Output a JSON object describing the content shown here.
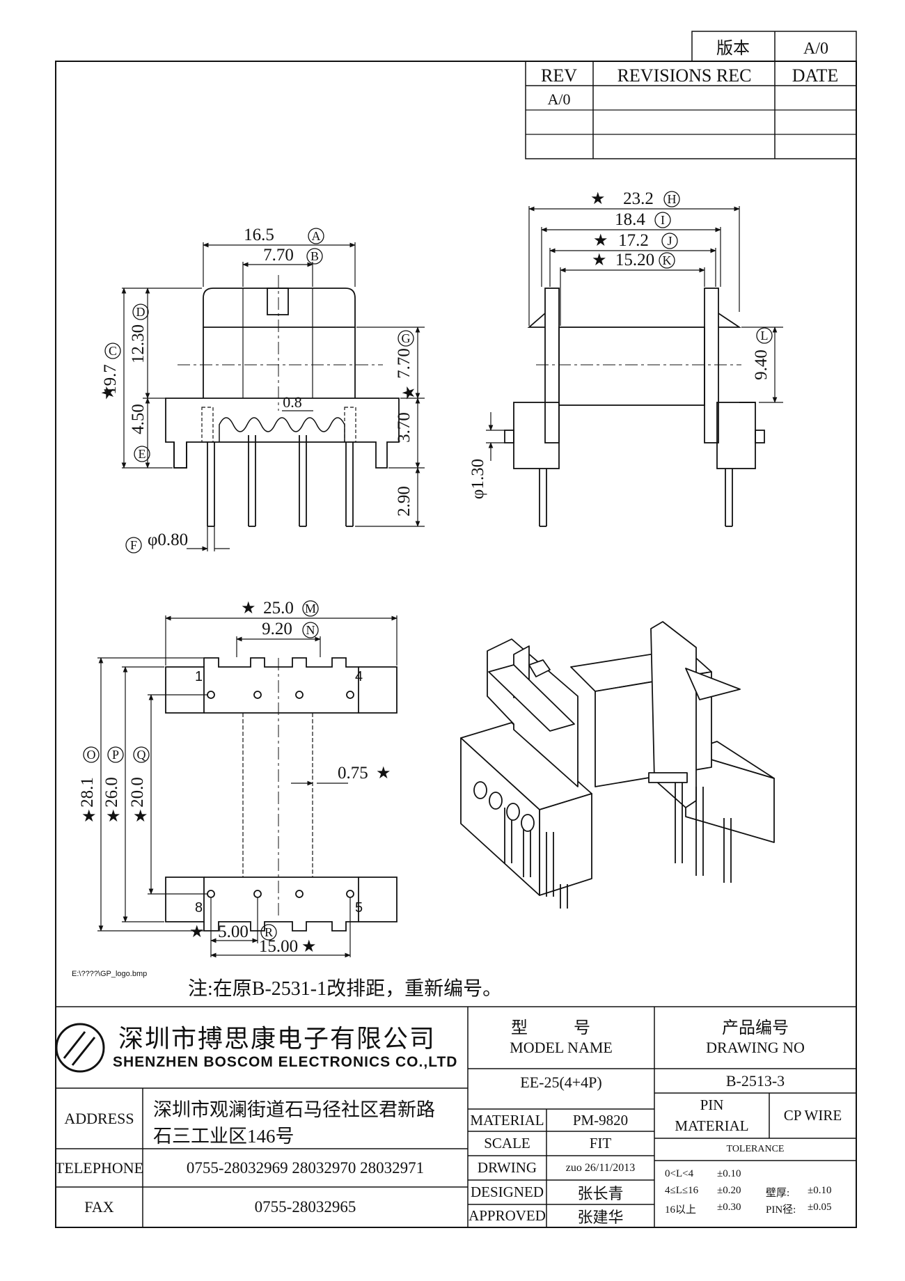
{
  "version_box": {
    "label": "版本",
    "value": "A/0"
  },
  "revisions": {
    "headers": [
      "REV",
      "REVISIONS REC",
      "DATE"
    ],
    "rows": [
      [
        "A/0",
        "",
        ""
      ],
      [
        "",
        "",
        ""
      ],
      [
        "",
        "",
        ""
      ]
    ]
  },
  "dimensions": {
    "front": {
      "A": "16.5",
      "B": "7.70",
      "C": "19.7",
      "D": "12.30",
      "E": "4.50",
      "G": "7.70",
      "pitch": "0.8",
      "h370": "3.70",
      "h290": "2.90",
      "F_pin": "φ0.80",
      "labels": {
        "A": "A",
        "B": "B",
        "C": "C",
        "D": "D",
        "E": "E",
        "F": "F",
        "G": "G"
      }
    },
    "side": {
      "H": "23.2",
      "I": "18.4",
      "J": "17.2",
      "K": "15.20",
      "L": "9.40",
      "pin_dia": "φ1.30",
      "labels": {
        "H": "H",
        "I": "I",
        "J": "J",
        "K": "K",
        "L": "L"
      }
    },
    "bottom": {
      "M": "25.0",
      "N": "9.20",
      "O": "28.1",
      "P": "26.0",
      "Q": "20.0",
      "gap": "0.75",
      "R": "5.00",
      "span": "15.00",
      "labels": {
        "M": "M",
        "N": "N",
        "O": "O",
        "P": "P",
        "Q": "Q",
        "R": "R"
      },
      "pins": [
        "1",
        "4",
        "8",
        "5"
      ]
    }
  },
  "logo_path_text": "E:\\????\\GP_logo.bmp",
  "note": "注:在原B-2531-1改排距，重新编号。",
  "company": {
    "name_cn": "深圳市搏思康电子有限公司",
    "name_en": "SHENZHEN BOSCOM ELECTRONICS CO.,LTD"
  },
  "model": {
    "label_cn": "型 号",
    "label_en": "MODEL NAME",
    "value": "EE-25(4+4P)"
  },
  "drawing": {
    "label_cn": "产品编号",
    "label_en": "DRAWING NO",
    "value": "B-2513-3"
  },
  "address": {
    "label": "ADDRESS",
    "line1": "深圳市观澜街道石马径社区君新路",
    "line2": "石三工业区146号"
  },
  "telephone": {
    "label": "TELEPHONE",
    "value": "0755-28032969 28032970 28032971"
  },
  "fax": {
    "label": "FAX",
    "value": "0755-28032965"
  },
  "material": {
    "label": "MATERIAL",
    "value": "PM-9820"
  },
  "pin_material": {
    "label1": "PIN",
    "label2": "MATERIAL",
    "value": "CP WIRE"
  },
  "scale": {
    "label": "SCALE",
    "value": "FIT"
  },
  "drwing": {
    "label": "DRWING",
    "value": "zuo 26/11/2013"
  },
  "designed": {
    "label": "DESIGNED",
    "value": "张长青"
  },
  "approved": {
    "label": "APPROVED",
    "value": "张建华"
  },
  "tolerance": {
    "label": "TOLERANCE",
    "r1": "0<L<4",
    "r1v": "±0.10",
    "r2": "4≤L≤16",
    "r2v": "±0.20",
    "r3": "16以上",
    "r3v": "±0.30",
    "wall_label": "壁厚:",
    "wall_value": "±0.10",
    "pin_label": "PIN径:",
    "pin_value": "±0.05"
  }
}
